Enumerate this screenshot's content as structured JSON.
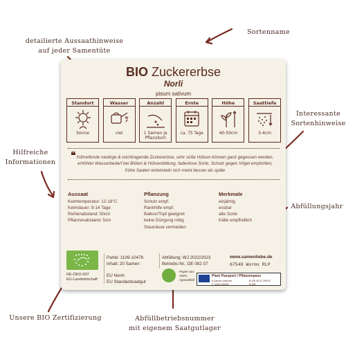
{
  "annotations": {
    "top_left": [
      "detailierte Aussaathinweise",
      "auf jeder Samentüte"
    ],
    "top_right": "Sortenname",
    "left_mid": [
      "Hilfreiche",
      "Informationen"
    ],
    "right_mid": [
      "Interessante",
      "Sortenhinweise"
    ],
    "right_low": "Abfüllungsjahr",
    "bottom_left": "Unsere BIO Zertifizierung",
    "bottom_mid": [
      "Abfüllbetriebsnummer",
      "mit eigenem Saatgutlager"
    ]
  },
  "packet": {
    "title_bold": "BIO",
    "title_rest": "Zuckererbse",
    "variety": "Norli",
    "latin": "pisum sativum",
    "boxes": [
      {
        "header": "Standort",
        "value": "Sonne",
        "icon": "sun-icon"
      },
      {
        "header": "Wasser",
        "value": "viel",
        "icon": "watering-can-icon"
      },
      {
        "header": "Anzahl",
        "value": "1 Samen je Pflanzloch",
        "icon": "seed-hand-icon"
      },
      {
        "header": "Ernte",
        "value": "ca. 75 Tage",
        "icon": "calendar-icon"
      },
      {
        "header": "Höhe",
        "value": "40-50cm",
        "icon": "plant-height-icon"
      },
      {
        "header": "Saattiefe",
        "value": "3-4cm",
        "icon": "seed-depth-icon"
      }
    ],
    "description": "frühreifende niedrige & reichtragende Zuckererbse, sehr süße Hülsen können ganz gegessen werden, erhöhter Wasserbedarf bei Blüten & Hülsenbildung, fadenlose Sorte, Schutz gegen Vögel empfohlen, frühe Saaten entwickeln sich meist besser als späte",
    "aussaat": {
      "header": "Aussaat",
      "lines": [
        "Keimtemperatur: 12-18°C",
        "Keimdauer: 8-14 Tage",
        "Reihenabstand: 50cm",
        "Pflanzenabstand: 5cm"
      ]
    },
    "pflanzung": {
      "header": "Pflanzung",
      "lines": [
        "Schutz empf.",
        "Rankhilfe empf.",
        "Balkon/Topf geeignet",
        "keine Düngung nötig",
        "Staunässe vermeiden"
      ]
    },
    "merkmale": {
      "header": "Merkmale",
      "lines": [
        "einjährig",
        "essbar",
        "alte Sorte",
        "Kälte empfindlich"
      ]
    },
    "bottom": {
      "eu_code": "DE-ÖKO-007",
      "eu_farming": "EU-Landwirtschaft",
      "partie": "Partie: 1109-10476",
      "inhalt": "Inhalt: 20 Samen",
      "eu_norm": "EU Norm",
      "eu_std": "EU Standardsaatgut",
      "abfuellung": "Abfüllung: WJ 2022/2023",
      "betriebs": "Betriebs-Nr.: DE 082 07",
      "url": "www.samenliebe.de",
      "address": "67549 Worms RLP",
      "paper": "Papier aus 100% Agrarabfall",
      "pp_title": "Plant Passport / Pflanzenpass",
      "pp_a": "A pisum sativum",
      "pp_b": "B DE-BY2-29015",
      "pp_c": "C 1109-10597",
      "pp_d": "D DE"
    }
  },
  "colors": {
    "brown": "#5b2b21",
    "packet_bg": "#f5f1e6",
    "eu_green": "#7ab648"
  }
}
